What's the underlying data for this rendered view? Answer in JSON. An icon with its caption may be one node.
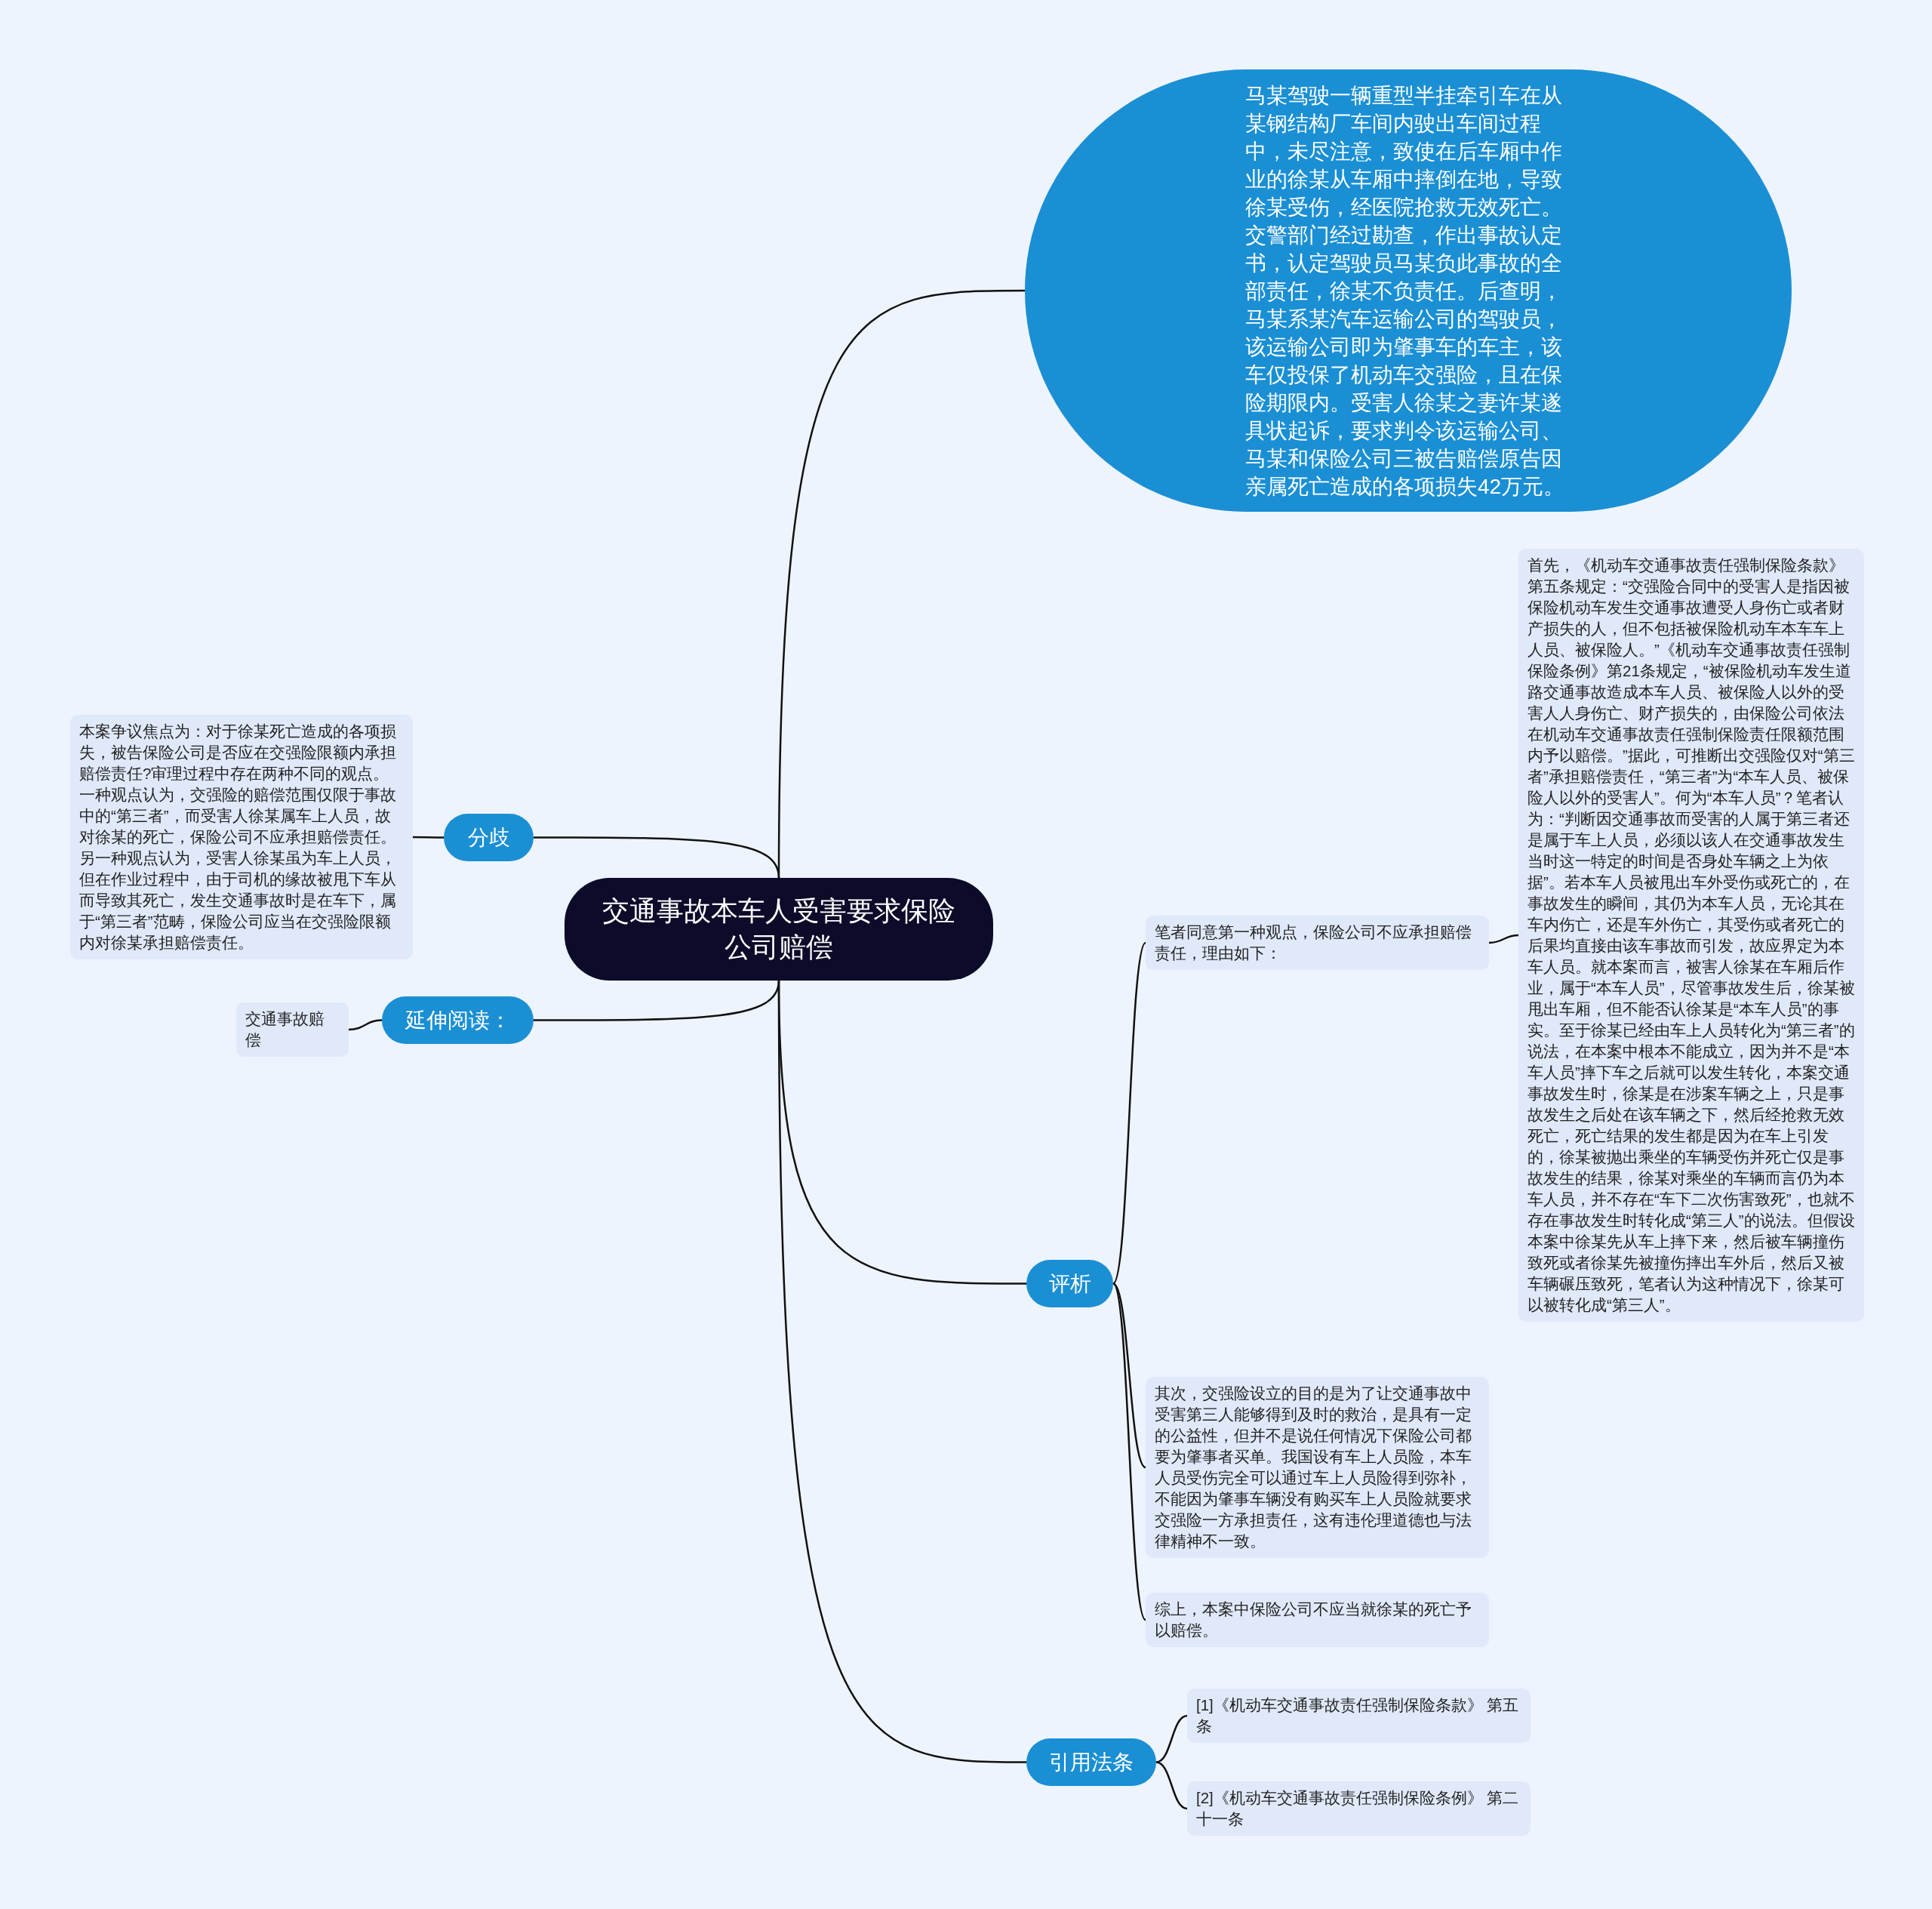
{
  "diagram": {
    "nodes": [
      {
        "text": [
          "交通事故本车人受害要求保险公司赔偿"
        ]
      },
      {
        "text": [
          "马某驾驶一辆重型半挂牵引车在从某钢结构厂车间内驶出车间过程中，未尽注意，致使在后车厢中作业的徐某从车厢中摔倒在地，导致徐某受伤，经医院抢救无效死亡。交警部门经过勘查，作出事故认定书，认定驾驶员马某负此事故的全部责任，徐某不负责任。后查明，马某系某汽车运输公司的驾驶员，该运输公司即为肇事车的车主，该车仅投保了机动车交强险，且在保险期限内。受害人徐某之妻许某遂具状起诉，要求判令该运输公司、马某和保险公司三被告赔偿原告因亲属死亡造成的各项损失42万元。"
        ]
      },
      {
        "text": [
          "分歧"
        ]
      },
      {
        "text": [
          "本案争议焦点为：对于徐某死亡造成的各项损失，被告保险公司是否应在交强险限额内承担赔偿责任?审理过程中存在两种不同的观点。一种观点认为，交强险的赔偿范围仅限于事故中的“第三者”，而受害人徐某属车上人员，故对徐某的死亡，保险公司不应承担赔偿责任。另一种观点认为，受害人徐某虽为车上人员，但在作业过程中，由于司机的缘故被甩下车从而导致其死亡，发生交通事故时是在车下，属于“第三者”范畴，保险公司应当在交强险限额内对徐某承担赔偿责任。"
        ]
      },
      {
        "text": [
          "延伸阅读："
        ]
      },
      {
        "text": [
          "交通事故赔偿"
        ]
      },
      {
        "text": [
          "评析"
        ]
      },
      {
        "text": [
          "笔者同意第一种观点，保险公司不应承担赔偿责任，理由如下："
        ]
      },
      {
        "text": [
          "首先，《机动车交通事故责任强制保险条款》第五条规定：“交强险合同中的受害人是指因被保险机动车发生交通事故遭受人身伤亡或者财产损失的人，但不包括被保险机动车本车车上人员、被保险人。”《机动车交通事故责任强制保险条例》第21条规定，“被保险机动车发生道路交通事故造成本车人员、被保险人以外的受害人人身伤亡、财产损失的，由保险公司依法在机动车交通事故责任强制保险责任限额范围内予以赔偿。”据此，可推断出交强险仅对“第三者”承担赔偿责任，“第三者”为“本车人员、被保险人以外的受害人”。何为“本车人员”？笔者认为：“判断因交通事故而受害的人属于第三者还是属于车上人员，必须以该人在交通事故发生当时这一特定的时间是否身处车辆之上为依据”。若本车人员被甩出车外受伤或死亡的，在事故发生的瞬间，其仍为本车人员，无论其在车内伤亡，还是车外伤亡，其受伤或者死亡的后果均直接由该车事故而引发，故应界定为本车人员。就本案而言，被害人徐某在车厢后作业，属于“本车人员”，尽管事故发生后，徐某被甩出车厢，但不能否认徐某是“本车人员”的事实。至于徐某已经由车上人员转化为“第三者”的说法，在本案中根本不能成立，因为并不是“本车人员”摔下车之后就可以发生转化，本案交通事故发生时，徐某是在涉案车辆之上，只是事故发生之后处在该车辆之下，然后经抢救无效死亡，死亡结果的发生都是因为在车上引发的，徐某被抛出乘坐的车辆受伤并死亡仅是事故发生的结果，徐某对乘坐的车辆而言仍为本车人员，并不存在“车下二次伤害致死”，也就不存在事故发生时转化成“第三人”的说法。但假设本案中徐某先从车上摔下来，然后被车辆撞伤致死或者徐某先被撞伤摔出车外后，然后又被车辆碾压致死，笔者认为这种情况下，徐某可以被转化成“第三人”。"
        ]
      },
      {
        "text": [
          "其次，交强险设立的目的是为了让交通事故中受害第三人能够得到及时的救治，是具有一定的公益性，但并不是说任何情况下保险公司都要为肇事者买单。我国设有车上人员险，本车人员受伤完全可以通过车上人员险得到弥补，不能因为肇事车辆没有购买车上人员险就要求交强险一方承担责任，这有违伦理道德也与法律精神不一致。"
        ]
      },
      {
        "text": [
          "综上，本案中保险公司不应当就徐某的死亡予以赔偿。"
        ]
      },
      {
        "text": [
          "引用法条"
        ]
      },
      {
        "text": [
          "[1]《机动车交通事故责任强制保险条款》 第五条"
        ]
      },
      {
        "text": [
          "[2]《机动车交通事故责任强制保险条例》 第二十一条"
        ]
      }
    ],
    "edges": [
      {
        "from": 0,
        "to": 1,
        "arrow": "none"
      },
      {
        "from": 0,
        "to": 2,
        "arrow": "none"
      },
      {
        "from": 2,
        "to": 3,
        "arrow": "none"
      },
      {
        "from": 0,
        "to": 4,
        "arrow": "none"
      },
      {
        "from": 4,
        "to": 5,
        "arrow": "none"
      },
      {
        "from": 0,
        "to": 6,
        "arrow": "none"
      },
      {
        "from": 6,
        "to": 7,
        "arrow": "none"
      },
      {
        "from": 7,
        "to": 8,
        "arrow": "none"
      },
      {
        "from": 6,
        "to": 9,
        "arrow": "none"
      },
      {
        "from": 6,
        "to": 10,
        "arrow": "none"
      },
      {
        "from": 0,
        "to": 11,
        "arrow": "none"
      },
      {
        "from": 11,
        "to": 12,
        "arrow": "none"
      },
      {
        "from": 11,
        "to": 13,
        "arrow": "none"
      }
    ]
  }
}
